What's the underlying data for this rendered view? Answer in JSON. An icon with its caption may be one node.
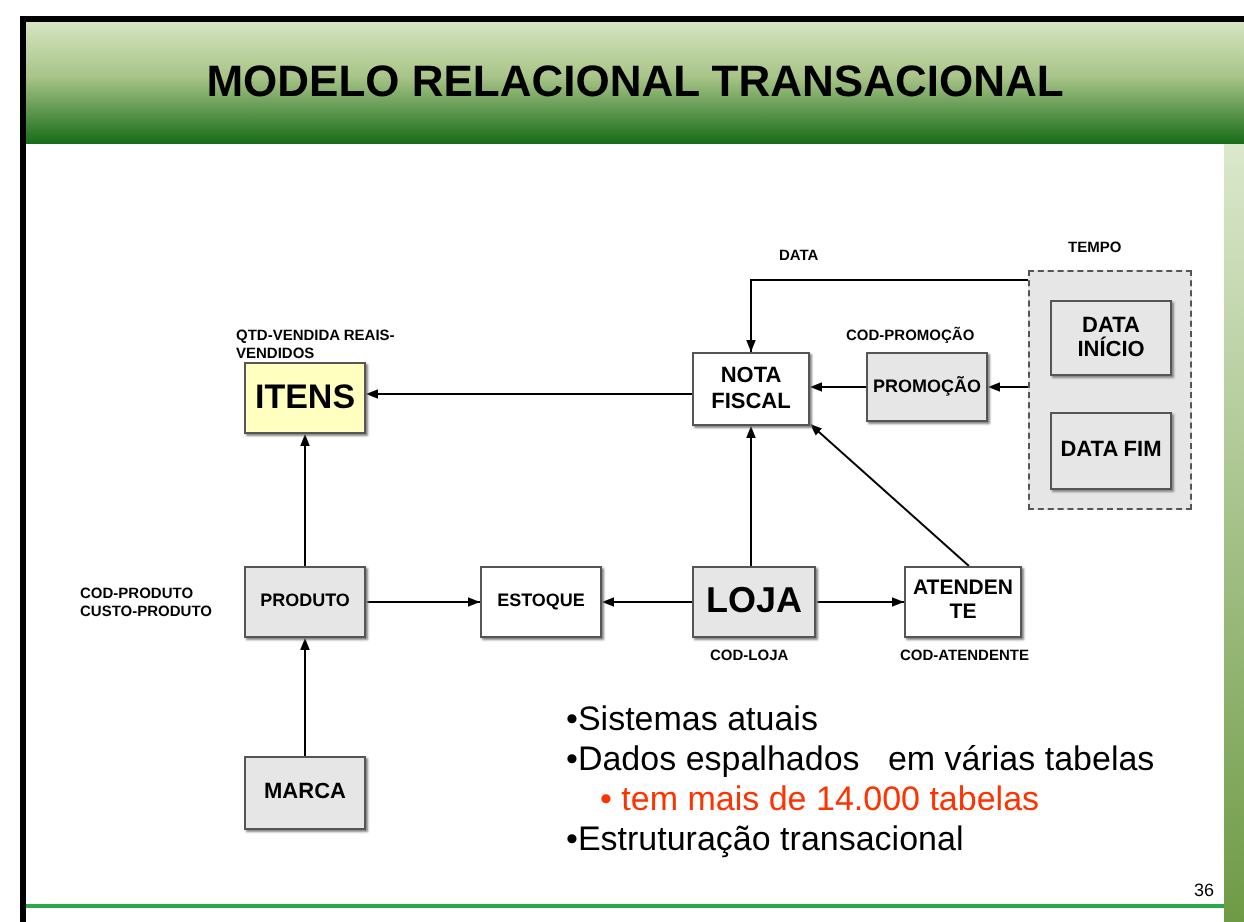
{
  "diagram": {
    "title": "MODELO RELACIONAL TRANSACIONAL",
    "nodes": [
      {
        "text": [
          "ITENS"
        ],
        "beside": [
          "QTD-VENDIDA REAIS-VENDIDOS"
        ]
      },
      {
        "text": [
          "NOTA FISCAL"
        ]
      },
      {
        "text": [
          "PROMOÇÃO"
        ],
        "beside": [
          "COD-PROMOÇÃO"
        ]
      },
      {
        "text": [
          "TEMPO"
        ]
      },
      {
        "text": [
          "DATA INÍCIO"
        ],
        "in": 3
      },
      {
        "text": [
          "DATA FIM"
        ],
        "in": 3
      },
      {
        "text": [
          "PRODUTO"
        ],
        "beside": [
          "COD-PRODUTO CUSTO-PRODUTO"
        ]
      },
      {
        "text": [
          "ESTOQUE"
        ]
      },
      {
        "text": [
          "LOJA"
        ],
        "beside": [
          "COD-LOJA"
        ]
      },
      {
        "text": [
          "ATENDEN TE"
        ],
        "beside": [
          "COD-ATENDENTE"
        ]
      },
      {
        "text": [
          "MARCA"
        ]
      }
    ],
    "edges": [
      {
        "from": 1,
        "to": 0,
        "arrow": "to"
      },
      {
        "from": 3,
        "to": 1,
        "arrow": "to",
        "label": "DATA"
      },
      {
        "from": 2,
        "to": 1,
        "arrow": "to"
      },
      {
        "from": 3,
        "to": 2,
        "arrow": "to"
      },
      {
        "from": 8,
        "to": 1,
        "arrow": "to"
      },
      {
        "from": 9,
        "to": 1,
        "arrow": "to"
      },
      {
        "from": 8,
        "to": 7,
        "arrow": "to"
      },
      {
        "from": 8,
        "to": 9,
        "arrow": "to"
      },
      {
        "from": 6,
        "to": 7,
        "arrow": "to"
      },
      {
        "from": 6,
        "to": 0,
        "arrow": "to"
      },
      {
        "from": 10,
        "to": 6,
        "arrow": "to"
      }
    ],
    "labels": [
      "•Sistemas atuais",
      "•Dados espalhados   em várias tabelas",
      "• tem mais de 14.000 tabelas",
      "•Estruturação transacional",
      "36"
    ]
  }
}
